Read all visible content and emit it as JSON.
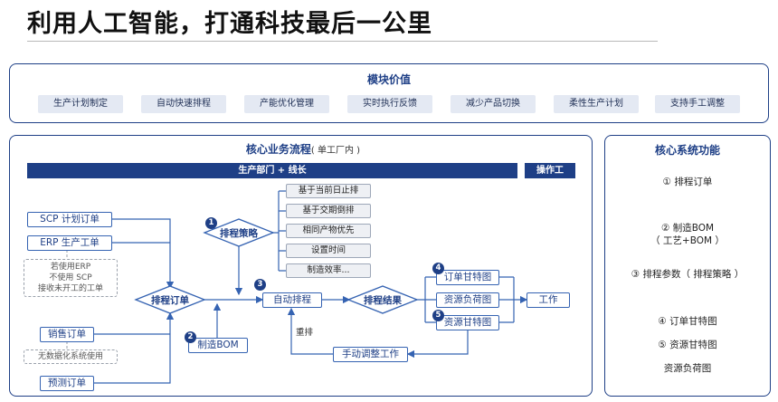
{
  "title": "利用人工智能，打通科技最后一公里",
  "module_value": {
    "heading": "模块价值",
    "items": [
      "生产计划制定",
      "自动快速排程",
      "产能优化管理",
      "实时执行反馈",
      "减少产品切换",
      "柔性生产计划",
      "支持手工调整"
    ]
  },
  "process": {
    "heading": "核心业务流程",
    "heading_suffix": "( 单工厂内 )",
    "band_main": "生产部门 + 线长",
    "band_worker": "操作工",
    "inputs": {
      "scp": "SCP 计划订单",
      "erp": "ERP 生产工单",
      "erp_note_1": "若使用ERP",
      "erp_note_2": "不使用 SCP",
      "erp_note_3": "接收未开工的工单",
      "sales": "销售订单",
      "sales_note": "无数据化系统使用",
      "forecast": "预测订单"
    },
    "schedule_orders": "排程订单",
    "strategy": "排程策略",
    "strategies": [
      "基于当前日止排",
      "基于交期倒排",
      "相同产物优先",
      "设置时间",
      "制造效率..."
    ],
    "auto_schedule": "自动排程",
    "result": "排程结果",
    "bom": "制造BOM",
    "order_gantt": "订单甘特图",
    "resource_load": "资源负荷图",
    "resource_gantt": "资源甘特图",
    "work": "工作",
    "manual_adjust": "手动调整工作",
    "reschedule": "重排",
    "badges": [
      "1",
      "2",
      "3",
      "4",
      "5"
    ]
  },
  "core_functions": {
    "heading": "核心系统功能",
    "items": [
      "① 排程订单",
      "② 制造BOM",
      "（ 工艺+BOM ）",
      "③ 排程参数（ 排程策略 ）",
      "④ 订单甘特图",
      "⑤ 资源甘特图",
      "资源负荷图"
    ]
  }
}
